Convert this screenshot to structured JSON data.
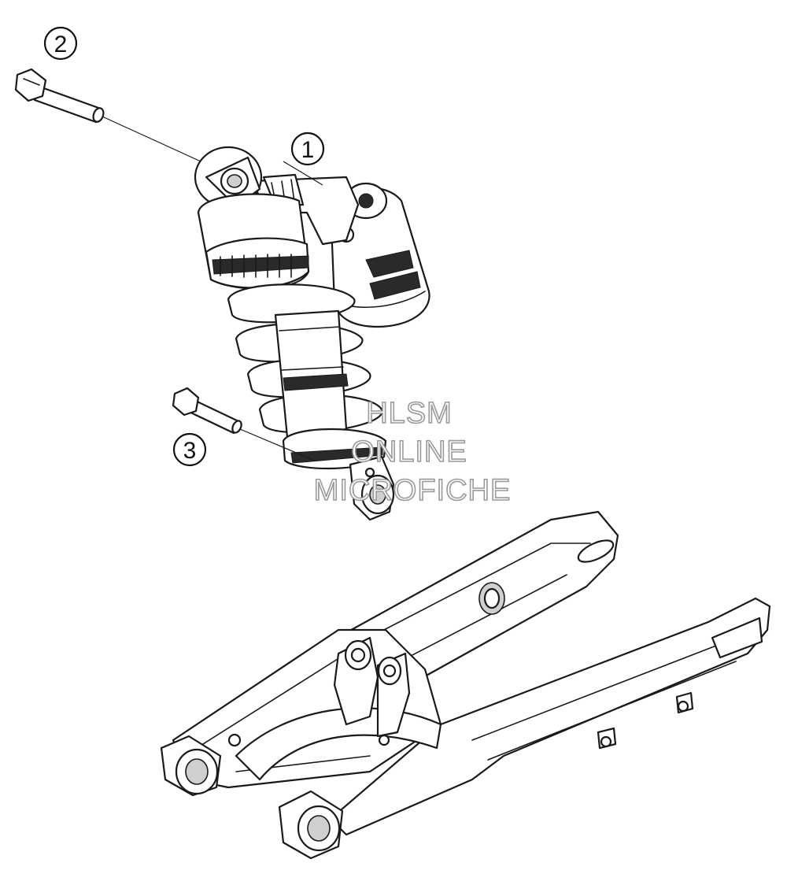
{
  "callouts": [
    {
      "id": 1,
      "label": "1"
    },
    {
      "id": 2,
      "label": "2"
    },
    {
      "id": 3,
      "label": "3"
    }
  ],
  "watermark": {
    "line1": "HLSM",
    "line2": "ONLINE",
    "line3": "MICROFICHE"
  },
  "colors": {
    "line": "#1a1a1a",
    "watermark": "#9a9a9a",
    "background": "#ffffff"
  }
}
